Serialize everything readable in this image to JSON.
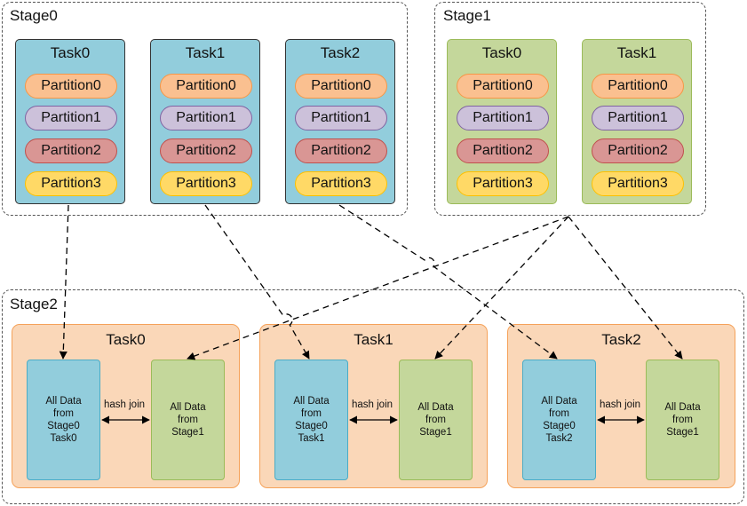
{
  "colors": {
    "partition0": "#fac090",
    "partition1": "#ccc1da",
    "partition2": "#d99694",
    "partition3": "#ffd966"
  },
  "stage0": {
    "label": "Stage0",
    "tasks": [
      {
        "title": "Task0",
        "partitions": [
          "Partition0",
          "Partition1",
          "Partition2",
          "Partition3"
        ]
      },
      {
        "title": "Task1",
        "partitions": [
          "Partition0",
          "Partition1",
          "Partition2",
          "Partition3"
        ]
      },
      {
        "title": "Task2",
        "partitions": [
          "Partition0",
          "Partition1",
          "Partition2",
          "Partition3"
        ]
      }
    ]
  },
  "stage1": {
    "label": "Stage1",
    "tasks": [
      {
        "title": "Task0",
        "partitions": [
          "Partition0",
          "Partition1",
          "Partition2",
          "Partition3"
        ]
      },
      {
        "title": "Task1",
        "partitions": [
          "Partition0",
          "Partition1",
          "Partition2",
          "Partition3"
        ]
      }
    ]
  },
  "stage2": {
    "label": "Stage2",
    "tasks": [
      {
        "title": "Task0",
        "left_box": "All Data\nfrom\nStage0\nTask0",
        "right_box": "All Data\nfrom\nStage1",
        "join_label": "hash join"
      },
      {
        "title": "Task1",
        "left_box": "All Data\nfrom\nStage0\nTask1",
        "right_box": "All Data\nfrom\nStage1",
        "join_label": "hash join"
      },
      {
        "title": "Task2",
        "left_box": "All Data\nfrom\nStage0\nTask2",
        "right_box": "All Data\nfrom\nStage1",
        "join_label": "hash join"
      }
    ]
  }
}
